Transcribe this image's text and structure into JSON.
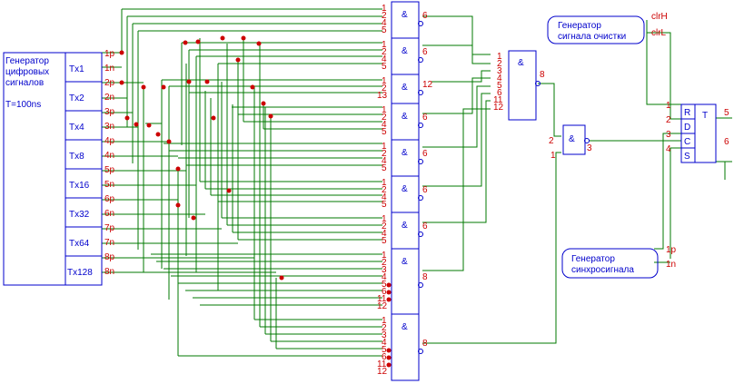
{
  "generator": {
    "title_line1": "Генератор",
    "title_line2": "цифровых",
    "title_line3": "сигналов",
    "period": "T=100ns",
    "taps": [
      "Tx1",
      "Tx2",
      "Tx4",
      "Tx8",
      "Tx16",
      "Tx32",
      "Tx64",
      "Tx128"
    ],
    "pins": [
      "1p",
      "1n",
      "2p",
      "2n",
      "3p",
      "3n",
      "4p",
      "4n",
      "5p",
      "5n",
      "6p",
      "6n",
      "7p",
      "7n",
      "8p",
      "8n"
    ]
  },
  "gate_symbol": "&",
  "gates": [
    {
      "inputs": [
        "1",
        "2",
        "4",
        "5"
      ],
      "output": "6"
    },
    {
      "inputs": [
        "1",
        "2",
        "4",
        "5"
      ],
      "output": "6"
    },
    {
      "inputs": [
        "1",
        "2",
        "13"
      ],
      "output": "12"
    },
    {
      "inputs": [
        "1",
        "2",
        "4",
        "5"
      ],
      "output": "6"
    },
    {
      "inputs": [
        "1",
        "2",
        "4",
        "5"
      ],
      "output": "6"
    },
    {
      "inputs": [
        "1",
        "2",
        "4",
        "5"
      ],
      "output": "6"
    },
    {
      "inputs": [
        "1",
        "2",
        "4",
        "5"
      ],
      "output": "6"
    },
    {
      "inputs": [
        "1",
        "2",
        "3",
        "4",
        "5",
        "6",
        "11",
        "12"
      ],
      "output": "8"
    },
    {
      "inputs": [
        "1",
        "2",
        "3",
        "4",
        "5",
        "6",
        "11",
        "12"
      ],
      "output": "8"
    }
  ],
  "combiner": {
    "symbol": "&",
    "inputs": [
      "1",
      "2",
      "3",
      "4",
      "5",
      "6",
      "11",
      "12"
    ],
    "output": "8"
  },
  "and2": {
    "symbol": "&",
    "inputs": [
      "2",
      "1"
    ],
    "output": "3"
  },
  "clear_gen": {
    "line1": "Генератор",
    "line2": "сигнала очистки",
    "pin_h": "clrH",
    "pin_l": "clrL"
  },
  "sync_gen": {
    "line1": "Генератор",
    "line2": "синхросигнала",
    "pin_p": "1p",
    "pin_n": "1n"
  },
  "flipflop": {
    "title": "T",
    "pins": [
      "R",
      "D",
      "C",
      "S"
    ],
    "in_nums": [
      "1",
      "2",
      "3",
      "4"
    ],
    "out_q": "5",
    "out_nq": "6"
  }
}
